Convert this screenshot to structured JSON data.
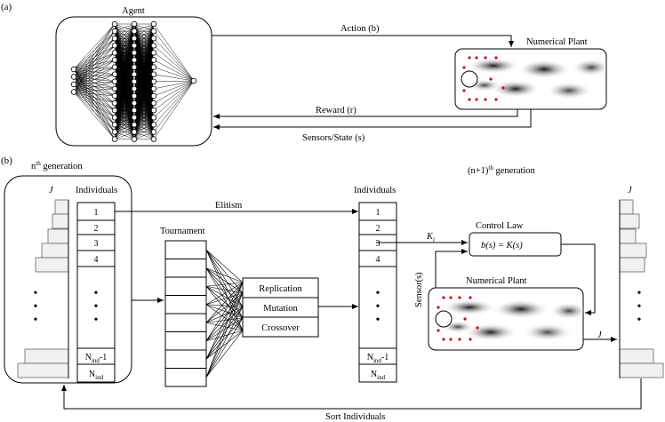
{
  "panel_a": {
    "label": "(a)",
    "agent_title": "Agent",
    "plant_title": "Numerical Plant",
    "action_label": "Action (b)",
    "reward_label": "Reward (r)",
    "sensors_label": "Sensors/State (s)"
  },
  "panel_b": {
    "label": "(b)",
    "nth_gen_label": "nth generation",
    "n1th_gen_label": "(n+1)th generation",
    "j_label": "J",
    "individuals_label": "Individuals",
    "rows_left": [
      "1",
      "2",
      "3",
      "4",
      "•",
      "•",
      "•",
      "Nind-1",
      "Nind"
    ],
    "rows_right": [
      "1",
      "2",
      "3",
      "4",
      "•",
      "•",
      "•",
      "Nind-1",
      "Nind"
    ],
    "elitism_label": "Elitism",
    "tournament_label": "Tournament",
    "operations": [
      "Replication",
      "Mutation",
      "Crossover"
    ],
    "control_law_label": "Control Law",
    "control_law_eq": "b(s) = K(s)",
    "ki_label": "Ki",
    "sensor_label": "Sensor(s)",
    "plant_title": "Numerical Plant",
    "j_out_label": "J",
    "sort_label": "Sort Individuals"
  },
  "colors": {
    "sensor_dot": "#e00000",
    "bar_fill": "#f0f0f0"
  }
}
